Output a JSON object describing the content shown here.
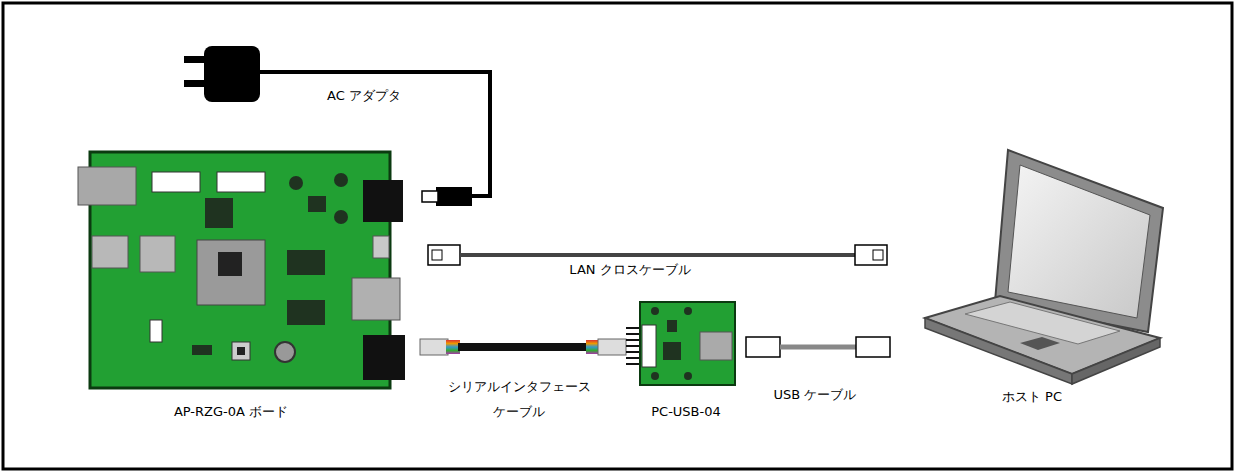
{
  "diagram": {
    "labels": [
      "AC アダプタ",
      "LAN クロスケーブル",
      "シリアルインタフェース ケーブル",
      "USB ケーブル",
      "AP-RZG-0A ボード",
      "PC-USB-04",
      "ホスト PC"
    ]
  }
}
